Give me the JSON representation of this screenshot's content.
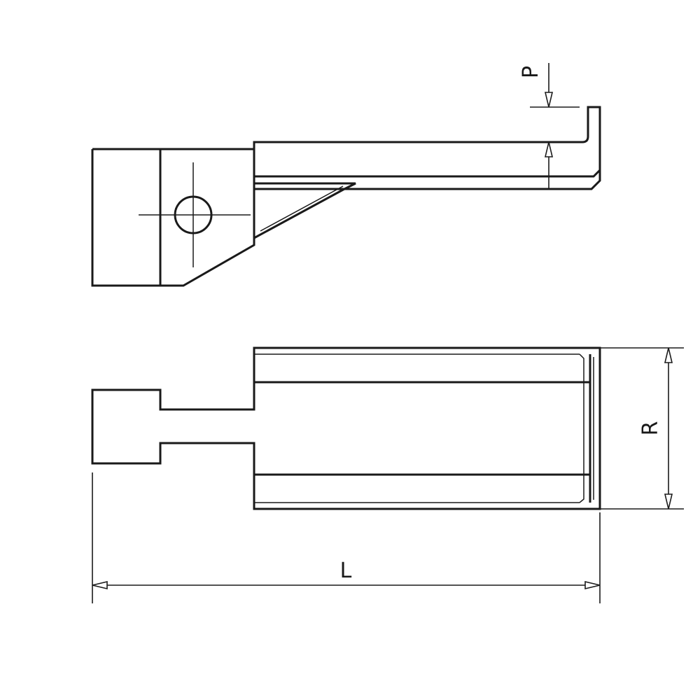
{
  "drawing": {
    "views": [
      "side-view",
      "top-view"
    ],
    "dimensions": {
      "p_label": "P",
      "r_label": "R",
      "l_label": "L"
    }
  }
}
